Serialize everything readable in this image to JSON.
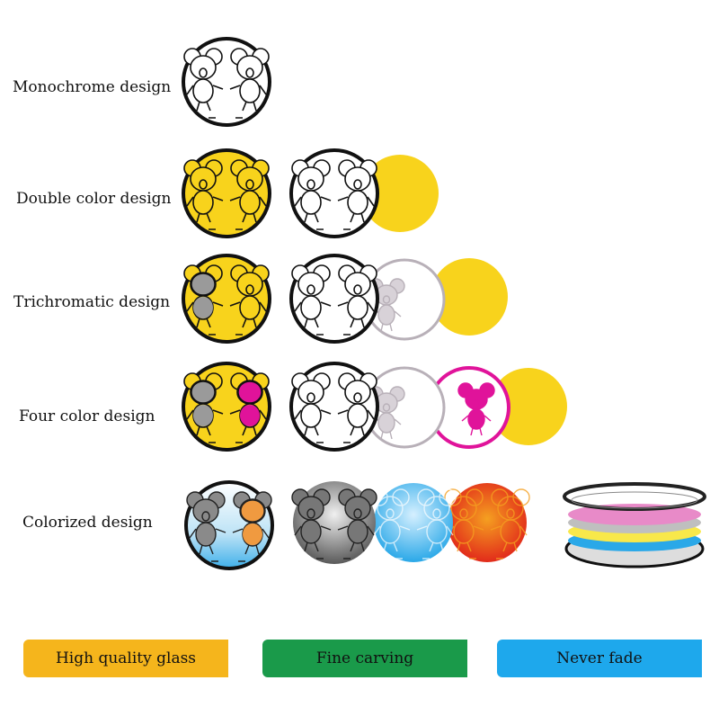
{
  "rows": [
    {
      "label": "Monochrome design"
    },
    {
      "label": "Double color design"
    },
    {
      "label": "Trichromatic design"
    },
    {
      "label": "Four color design"
    },
    {
      "label": "Colorized design"
    }
  ],
  "features": [
    {
      "label": "High quality glass",
      "color": "#f5b51c"
    },
    {
      "label": "Fine carving",
      "color": "#1a9a4a"
    },
    {
      "label": "Never fade",
      "color": "#1ea8ec"
    }
  ],
  "colors": {
    "yellow": "#f8d31c",
    "gray_ring": "#b8b0b8",
    "magenta": "#e0139a",
    "blue": "#3fb4ea",
    "red": "#e8321e",
    "black": "#111111"
  },
  "icons": {
    "koala": "koala-pair-icon",
    "layer_stack": "lens-layer-stack-icon"
  }
}
